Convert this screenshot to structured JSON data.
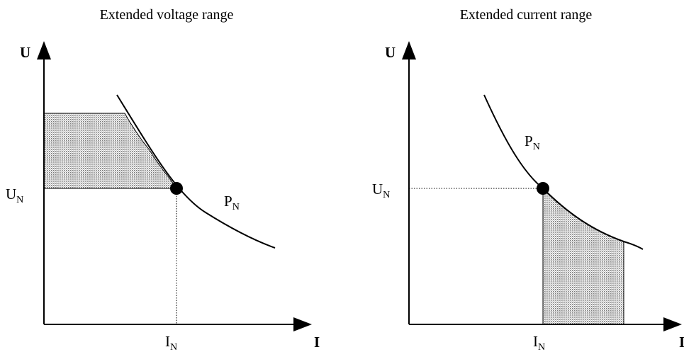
{
  "diagrams": [
    {
      "title": "Extended voltage range",
      "y_axis": "U",
      "x_axis": "I",
      "u_label": "U",
      "u_sub": "N",
      "i_label": "I",
      "i_sub": "N",
      "p_label": "P",
      "p_sub": "N"
    },
    {
      "title": "Extended current range",
      "y_axis": "U",
      "x_axis": "I",
      "u_label": "U",
      "u_sub": "N",
      "i_label": "I",
      "i_sub": "N",
      "p_label": "P",
      "p_sub": "N"
    }
  ],
  "colors": {
    "ink": "#000000",
    "shading": "#9a9a9a"
  }
}
